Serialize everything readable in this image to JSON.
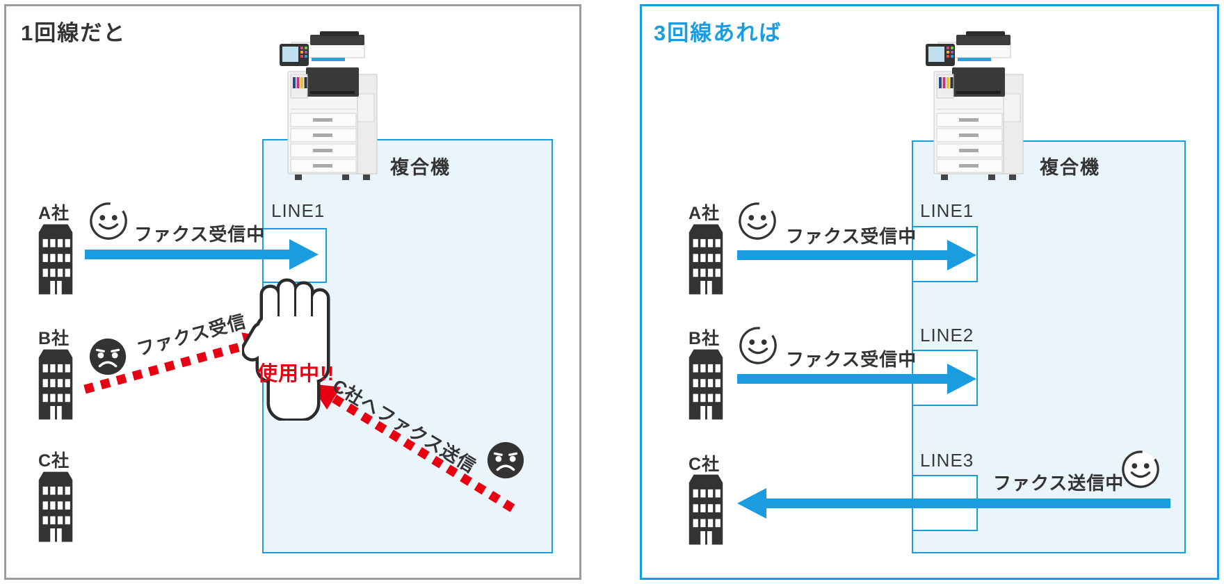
{
  "left_panel": {
    "title": "1回線だと",
    "machine_label": "複合機",
    "line1": "LINE1",
    "company_a": "A社",
    "company_b": "B社",
    "company_c": "C社",
    "status_a": "ファクス受信中",
    "status_b": "ファクス受信",
    "busy": "使用中!!",
    "send_to_c": "C社へファクス送信"
  },
  "right_panel": {
    "title": "3回線あれば",
    "machine_label": "複合機",
    "rows": [
      {
        "line": "LINE1",
        "company": "A社",
        "status": "ファクス受信中",
        "mood": "happy"
      },
      {
        "line": "LINE2",
        "company": "B社",
        "status": "ファクス受信中",
        "mood": "happy"
      },
      {
        "line": "LINE3",
        "company": "C社",
        "status": "ファクス送信中",
        "mood": "happy"
      }
    ]
  },
  "colors": {
    "accent_blue": "#1A9CE1",
    "alert_red": "#E60012",
    "text_dark": "#333333",
    "panel_border_gray": "#9C9C9C",
    "machine_box_fill": "#EAF4FB"
  },
  "icons": {
    "building": "building-icon",
    "happy": "happy-face-icon",
    "sad": "sad-face-icon",
    "hand": "stop-hand-icon",
    "printer": "printer-icon",
    "solid_arrow": "fax-arrow-icon",
    "blocked_arrow": "blocked-fax-arrow-icon"
  }
}
